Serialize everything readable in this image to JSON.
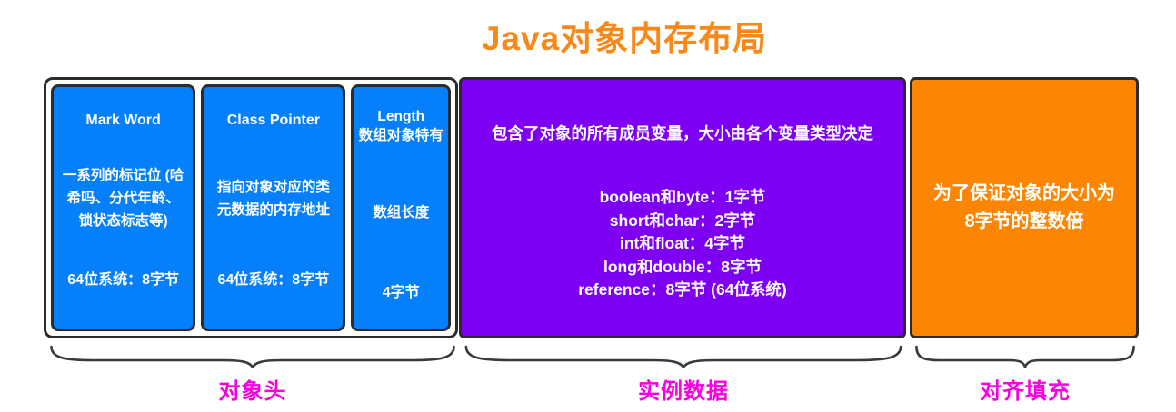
{
  "title": "Java对象内存布局",
  "colors": {
    "title_orange": "#f8881a",
    "blue": "#0580fa",
    "purple": "#7d00f2",
    "orange": "#fb8604",
    "label_magenta": "#fa00e0",
    "border": "#2b2b2b"
  },
  "object_header": {
    "mark_word": {
      "title": "Mark Word",
      "desc": "一系列的标记位 (哈希吗、分代年龄、锁状态标志等)",
      "size": "64位系统：8字节"
    },
    "class_pointer": {
      "title": "Class Pointer",
      "desc": "指向对象对应的类元数据的内存地址",
      "size": "64位系统：8字节"
    },
    "length": {
      "title": "Length",
      "subtitle": "数组对象特有",
      "desc": "数组长度",
      "size": "4字节"
    }
  },
  "instance_data": {
    "intro": "包含了对象的所有成员变量，大小由各个变量类型决定",
    "type_sizes": [
      "boolean和byte：1字节",
      "short和char：2字节",
      "int和float：4字节",
      "long和double：8字节",
      "reference：8字节 (64位系统)"
    ]
  },
  "alignment_padding": {
    "desc": "为了保证对象的大小为8字节的整数倍"
  },
  "brace_labels": {
    "object_header": "对象头",
    "instance_data": "实例数据",
    "alignment_padding": "对齐填充"
  }
}
